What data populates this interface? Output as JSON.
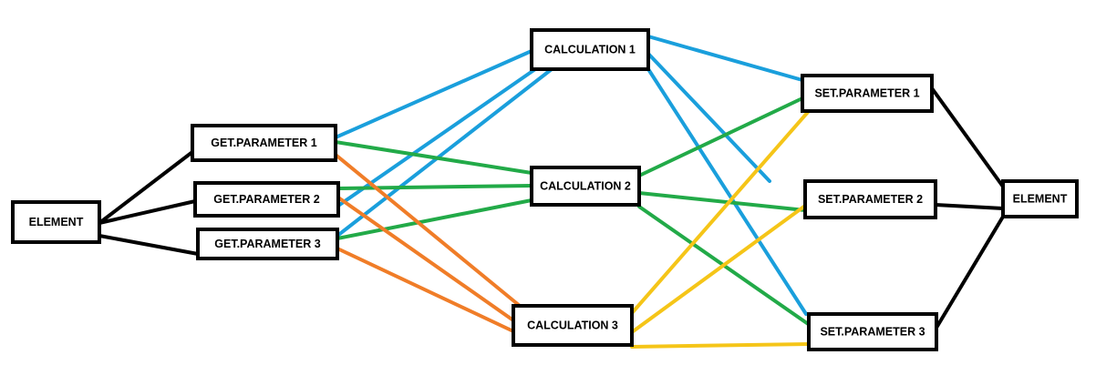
{
  "colors": {
    "black": "#000000",
    "blue": "#1a9fdc",
    "green": "#22aa48",
    "orange": "#f07d28",
    "yellow": "#f5c518"
  },
  "nodes": [
    {
      "id": "element-left",
      "label": "ELEMENT"
    },
    {
      "id": "get-parameter-1",
      "label": "GET.PARAMETER 1"
    },
    {
      "id": "get-parameter-2",
      "label": "GET.PARAMETER 2"
    },
    {
      "id": "get-parameter-3",
      "label": "GET.PARAMETER 3"
    },
    {
      "id": "calculation-1",
      "label": "CALCULATION 1"
    },
    {
      "id": "calculation-2",
      "label": "CALCULATION 2"
    },
    {
      "id": "calculation-3",
      "label": "CALCULATION 3"
    },
    {
      "id": "set-parameter-1",
      "label": "SET.PARAMETER 1"
    },
    {
      "id": "set-parameter-2",
      "label": "SET.PARAMETER 2"
    },
    {
      "id": "set-parameter-3",
      "label": "SET.PARAMETER 3"
    },
    {
      "id": "element-right",
      "label": "ELEMENT"
    }
  ],
  "edges": [
    {
      "from": "element-left",
      "to": "get-parameter-1",
      "color": "black"
    },
    {
      "from": "element-left",
      "to": "get-parameter-2",
      "color": "black"
    },
    {
      "from": "element-left",
      "to": "get-parameter-3",
      "color": "black"
    },
    {
      "from": "get-parameter-1",
      "to": "calculation-1",
      "color": "blue"
    },
    {
      "from": "get-parameter-2",
      "to": "calculation-1",
      "color": "blue"
    },
    {
      "from": "get-parameter-3",
      "to": "calculation-1",
      "color": "blue"
    },
    {
      "from": "get-parameter-1",
      "to": "calculation-2",
      "color": "green"
    },
    {
      "from": "get-parameter-2",
      "to": "calculation-2",
      "color": "green"
    },
    {
      "from": "get-parameter-3",
      "to": "calculation-2",
      "color": "green"
    },
    {
      "from": "get-parameter-1",
      "to": "calculation-3",
      "color": "orange"
    },
    {
      "from": "get-parameter-2",
      "to": "calculation-3",
      "color": "orange"
    },
    {
      "from": "get-parameter-3",
      "to": "calculation-3",
      "color": "orange"
    },
    {
      "from": "calculation-1",
      "to": "set-parameter-1",
      "color": "blue"
    },
    {
      "from": "calculation-1",
      "to": "set-parameter-2",
      "color": "blue"
    },
    {
      "from": "calculation-1",
      "to": "set-parameter-3",
      "color": "blue"
    },
    {
      "from": "calculation-2",
      "to": "set-parameter-1",
      "color": "green"
    },
    {
      "from": "calculation-2",
      "to": "set-parameter-2",
      "color": "green"
    },
    {
      "from": "calculation-2",
      "to": "set-parameter-3",
      "color": "green"
    },
    {
      "from": "calculation-3",
      "to": "set-parameter-1",
      "color": "yellow"
    },
    {
      "from": "calculation-3",
      "to": "set-parameter-2",
      "color": "yellow"
    },
    {
      "from": "calculation-3",
      "to": "set-parameter-3",
      "color": "yellow"
    },
    {
      "from": "set-parameter-1",
      "to": "element-right",
      "color": "black"
    },
    {
      "from": "set-parameter-2",
      "to": "element-right",
      "color": "black"
    },
    {
      "from": "set-parameter-3",
      "to": "element-right",
      "color": "black"
    }
  ]
}
